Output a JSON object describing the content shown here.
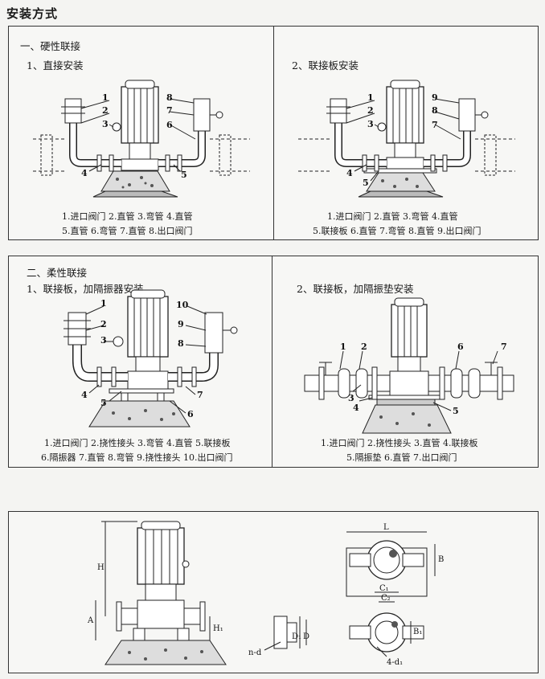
{
  "title": "安装方式",
  "section1": {
    "heading": "一、硬性联接",
    "a": {
      "subtitle": "1、直接安装",
      "legend1": "1.进口阀门  2.直管  3.弯管  4.直管",
      "legend2": "5.直管  6.弯管  7.直管  8.出口阀门"
    },
    "b": {
      "subtitle": "2、联接板安装",
      "legend1": "1.进口阀门  2.直管  3.弯管  4.直管",
      "legend2": "5.联接板 6.直管 7.弯管 8.直管 9.出口阀门"
    }
  },
  "section2": {
    "heading": "二、柔性联接",
    "a": {
      "subtitle": "1、联接板，加隔振器安装",
      "legend1": "1.进口阀门 2.挠性接头 3.弯管 4.直管 5.联接板",
      "legend2": "6.隔振器 7.直管 8.弯管 9.挠性接头 10.出口阀门"
    },
    "b": {
      "subtitle": "2、联接板，加隔振垫安装",
      "legend1": "1.进口阀门  2.挠性接头  3.直管  4.联接板",
      "legend2": "5.隔振垫  6.直管  7.出口阀门"
    }
  },
  "dimensions": {
    "H": "H",
    "A": "A",
    "H1": "H₁",
    "L": "L",
    "B": "B",
    "C1": "C₁",
    "C2": "C₂",
    "B1": "B₁",
    "D1": "D₁",
    "D": "D",
    "nd": "n-d",
    "d1": "4-d₁"
  },
  "callouts": {
    "n1": "1",
    "n2": "2",
    "n3": "3",
    "n4": "4",
    "n5": "5",
    "n6": "6",
    "n7": "7",
    "n8": "8",
    "n9": "9",
    "n10": "10"
  }
}
